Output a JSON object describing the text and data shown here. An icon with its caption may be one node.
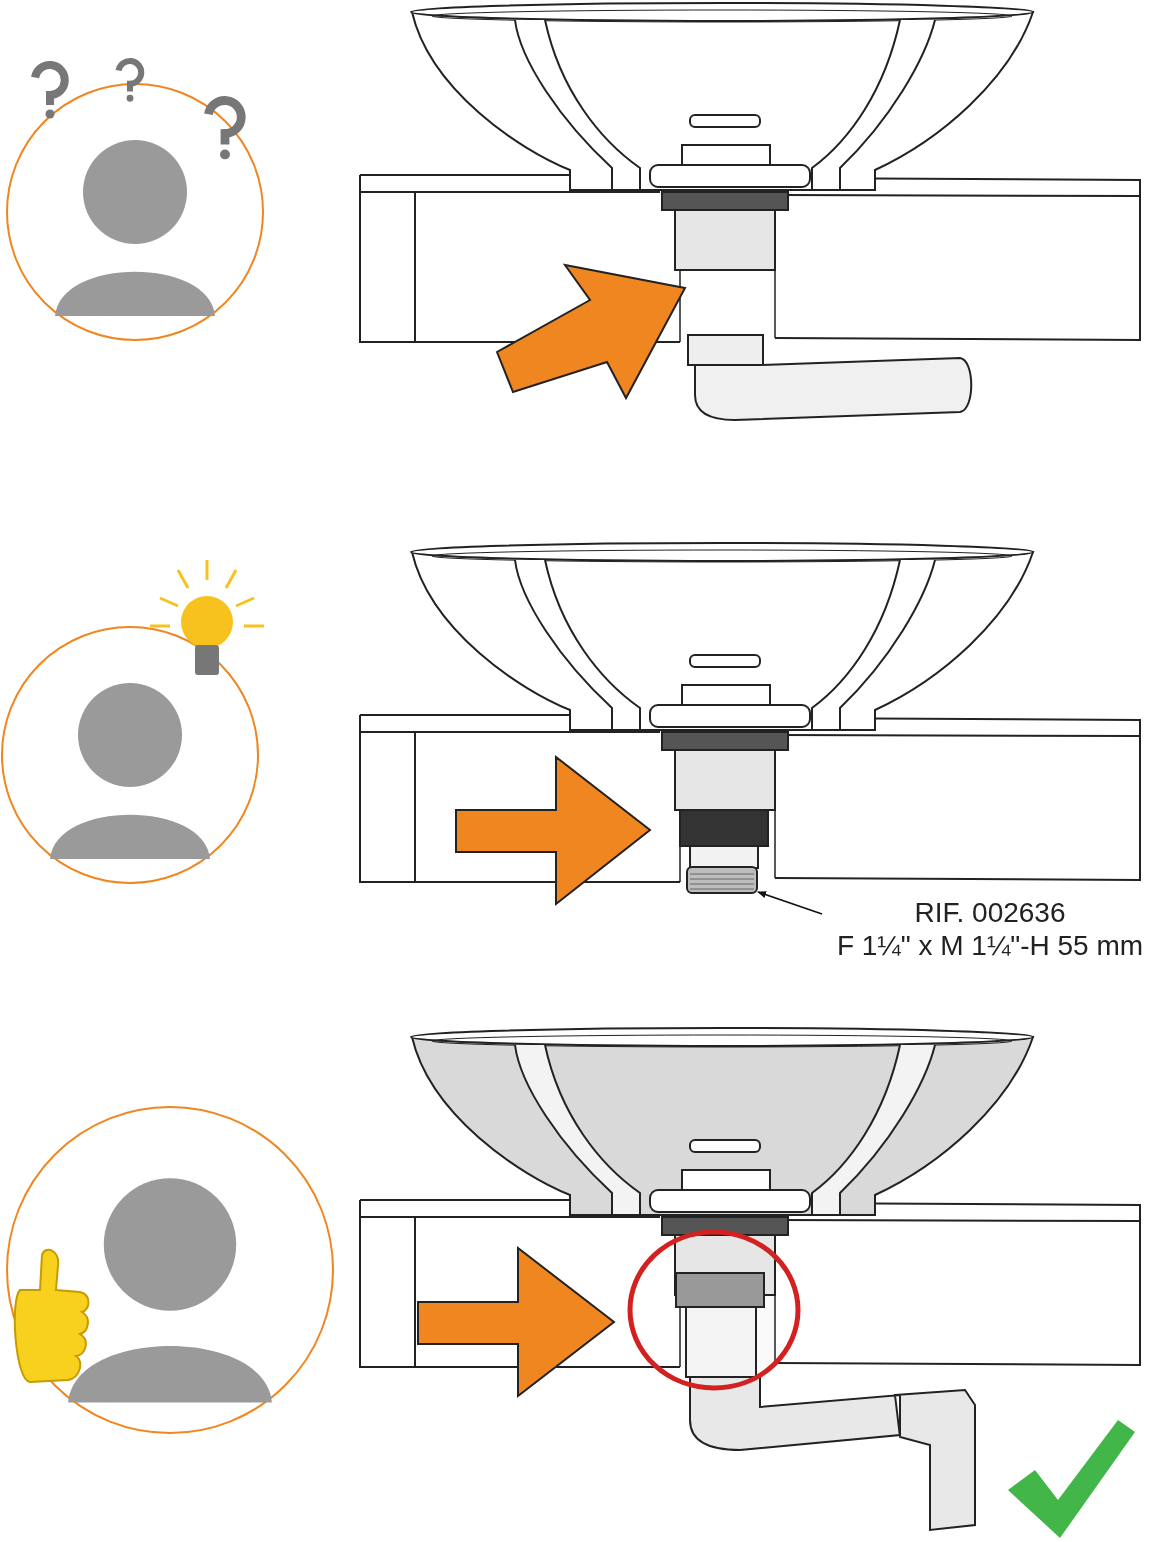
{
  "diagram": {
    "nodes": [
      {
        "text": [
          "RIF. 002636",
          "F 1¼\" x M 1¼\"-H 55 mm"
        ]
      },
      {
        "text": [],
        "shape": "picture"
      }
    ],
    "edges": [
      {
        "from": 0,
        "to": 1,
        "arrow": "to"
      }
    ]
  }
}
